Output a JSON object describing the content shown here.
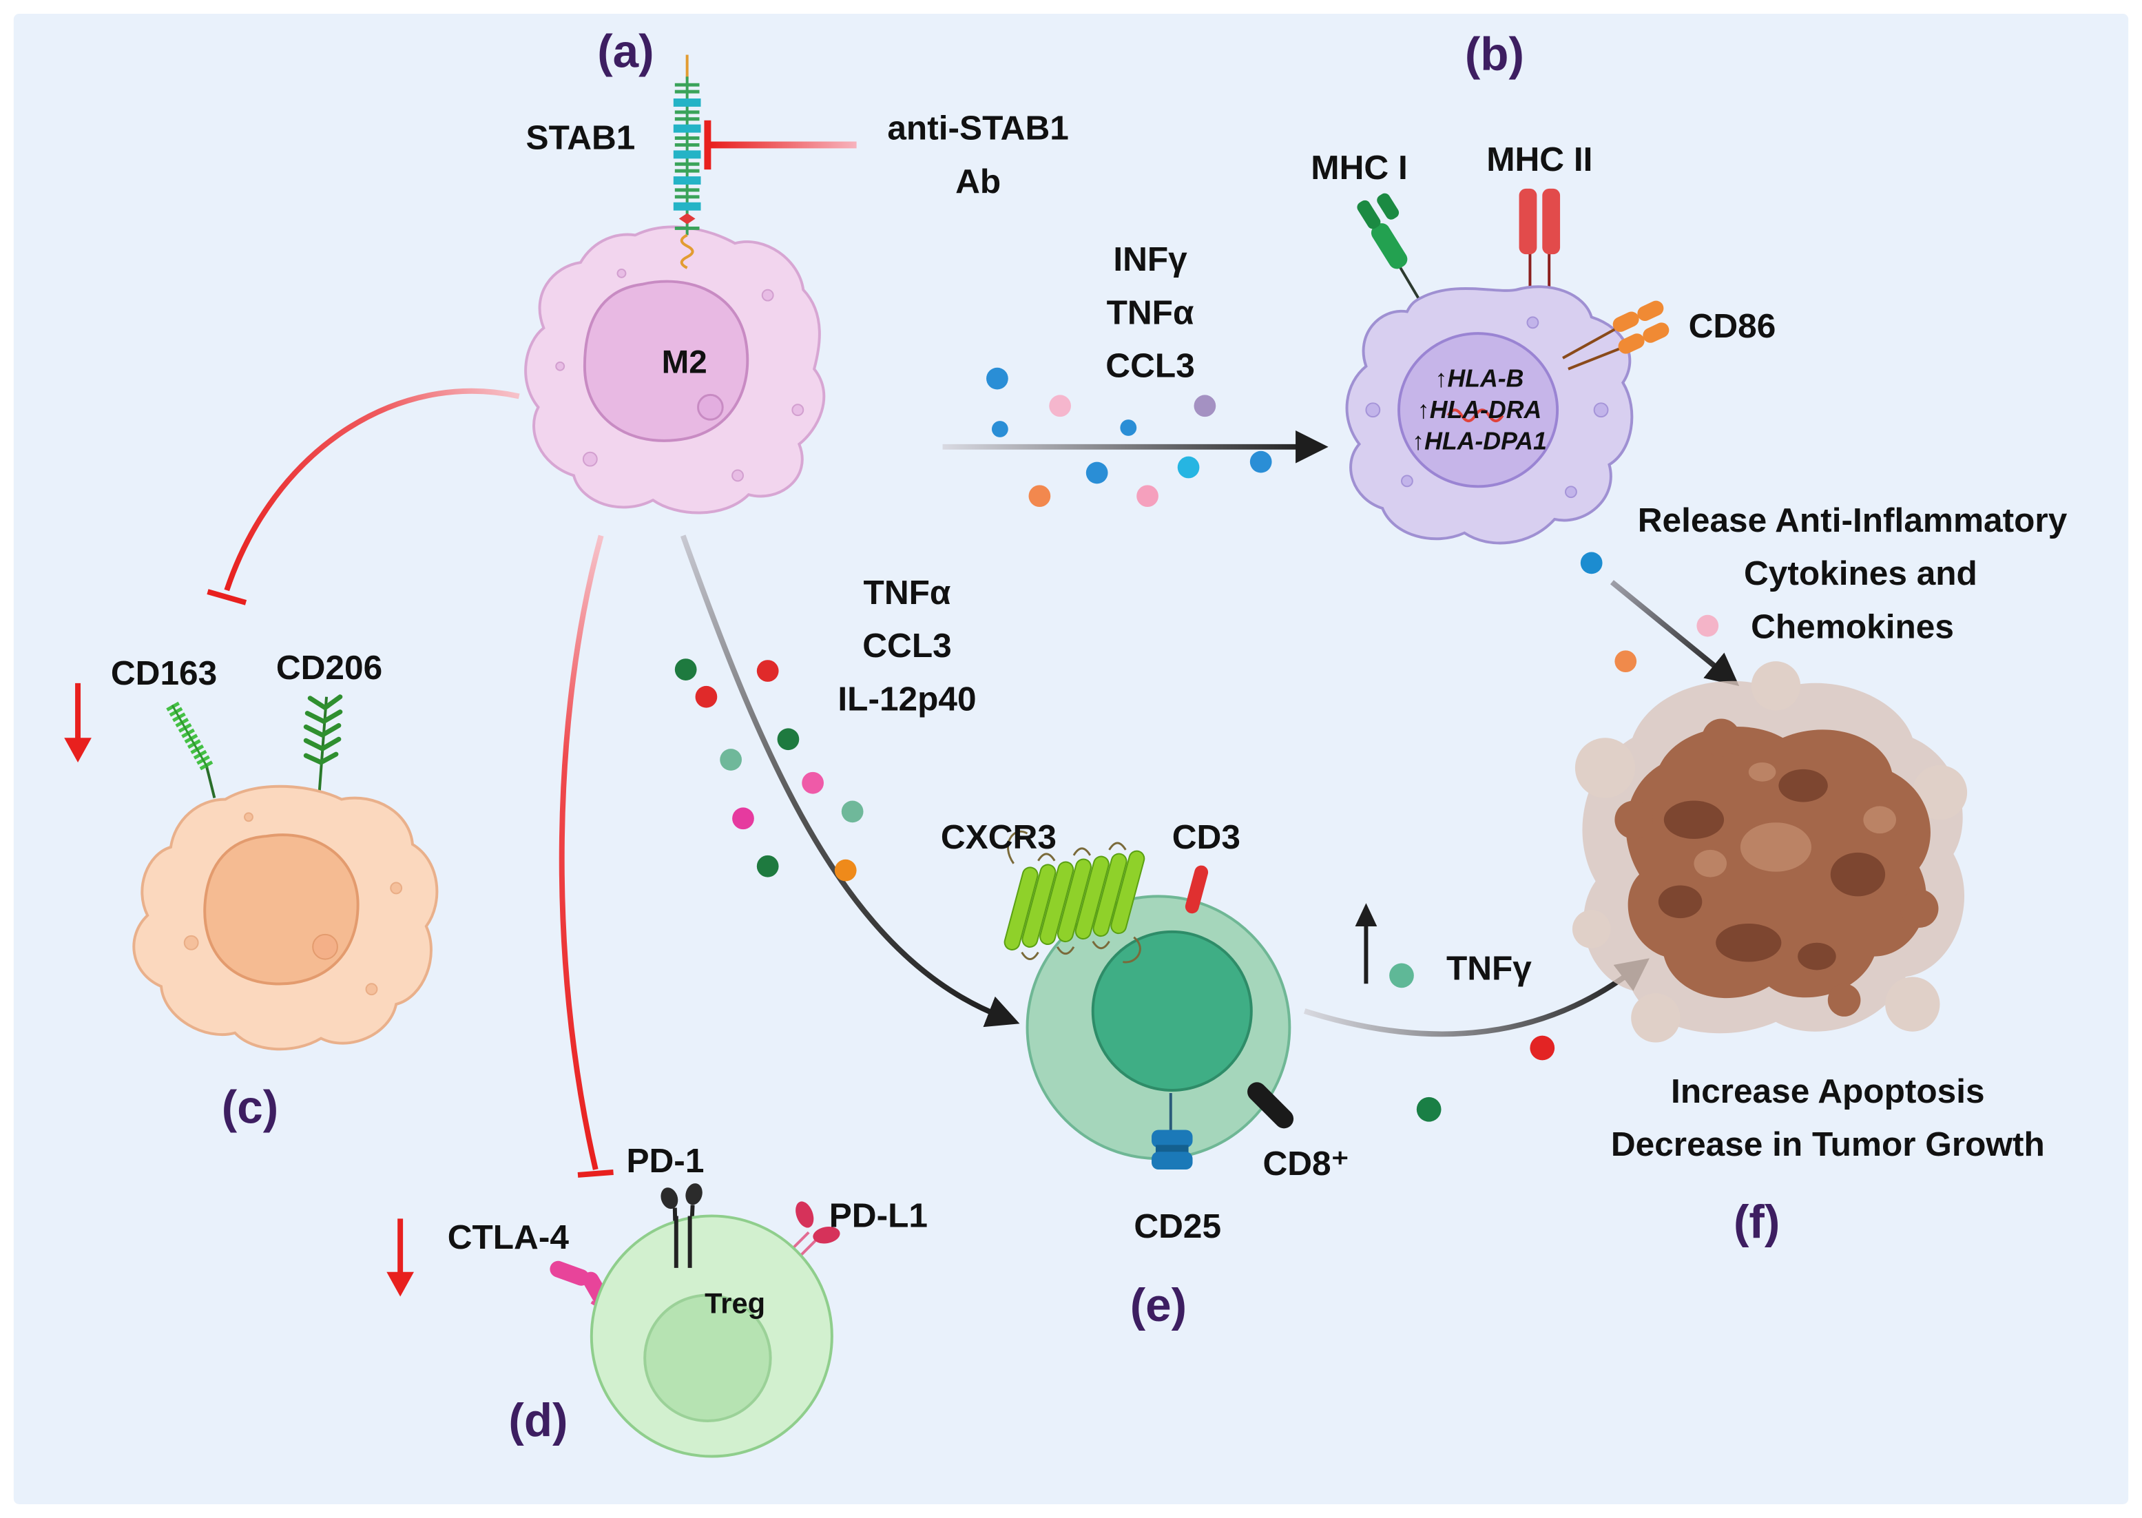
{
  "panel_labels": {
    "a": "(a)",
    "b": "(b)",
    "c": "(c)",
    "d": "(d)",
    "e": "(e)",
    "f": "(f)"
  },
  "panel_a": {
    "receptor": "STAB1",
    "antibody": [
      "anti-STAB1",
      "Ab"
    ],
    "cell_label": "M2"
  },
  "panel_b": {
    "cytokines": [
      "INFγ",
      "TNFα",
      "CCL3"
    ],
    "receptors": {
      "mhc1": "MHC I",
      "mhc2": "MHC II",
      "cd86": "CD86"
    },
    "gene_up_arrow": "↑",
    "genes": [
      "HLA-B",
      "HLA-DRA",
      "HLA-DPA1"
    ]
  },
  "panel_c": {
    "markers": [
      "CD163",
      "CD206"
    ],
    "trend_icon": "red-down-arrow-icon"
  },
  "panel_d": {
    "cell_label": "Treg",
    "markers": {
      "pd1": "PD-1",
      "pdl1": "PD-L1",
      "ctla4": "CTLA-4"
    },
    "trend_icon": "red-down-arrow-icon"
  },
  "panel_e": {
    "cytokines": [
      "TNFα",
      "CCL3",
      "IL-12p40"
    ],
    "receptors": {
      "cxcr3": "CXCR3",
      "cd3": "CD3",
      "cd25": "CD25",
      "cd8": "CD8⁺"
    },
    "secreted": "TNFγ",
    "trend_icon": "black-up-arrow-icon"
  },
  "panel_f": {
    "release_text": [
      "Release Anti-Inflammatory",
      "Cytokines and",
      "Chemokines"
    ],
    "outcome_text": [
      "Increase Apoptosis",
      "Decrease in Tumor Growth"
    ]
  },
  "icons": [
    "inhibition-bar-icon",
    "activation-arrow-icon",
    "cytokine-dot-icon",
    "tumor-mass-icon"
  ],
  "colors": {
    "background": "#e9f1fb",
    "panel_label": "#3d1e61",
    "inhibition": "#e8201e",
    "activation": "#1e1e1e",
    "m2_cell": "#f2d5ee",
    "apc_cell": "#d8cff0",
    "repolarized_cell": "#fbd8be",
    "treg_cell": "#d2f0cf",
    "cd8_cell": "#a5d6bb",
    "tumor": "#a4674a"
  }
}
